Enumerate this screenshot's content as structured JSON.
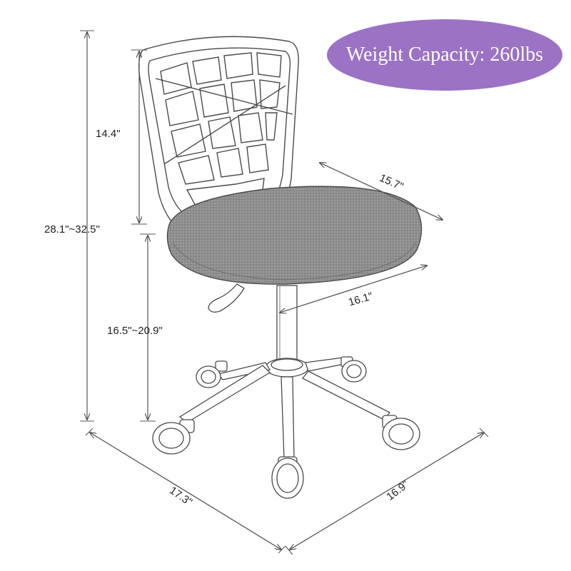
{
  "product": {
    "weight_capacity": "Weight Capacity: 260lbs",
    "badge_color": "#9b72c4",
    "seat_color": "#8f8f8f",
    "line_color": "#555555"
  },
  "dimensions": {
    "backrest_height": "14.4\"",
    "total_height": "28.1\"~32.5\"",
    "seat_height": "16.5\"~20.9\"",
    "seat_depth": "15.7\"",
    "seat_width": "16.1\"",
    "base_depth": "17.3\"",
    "base_width": "16.9\""
  }
}
